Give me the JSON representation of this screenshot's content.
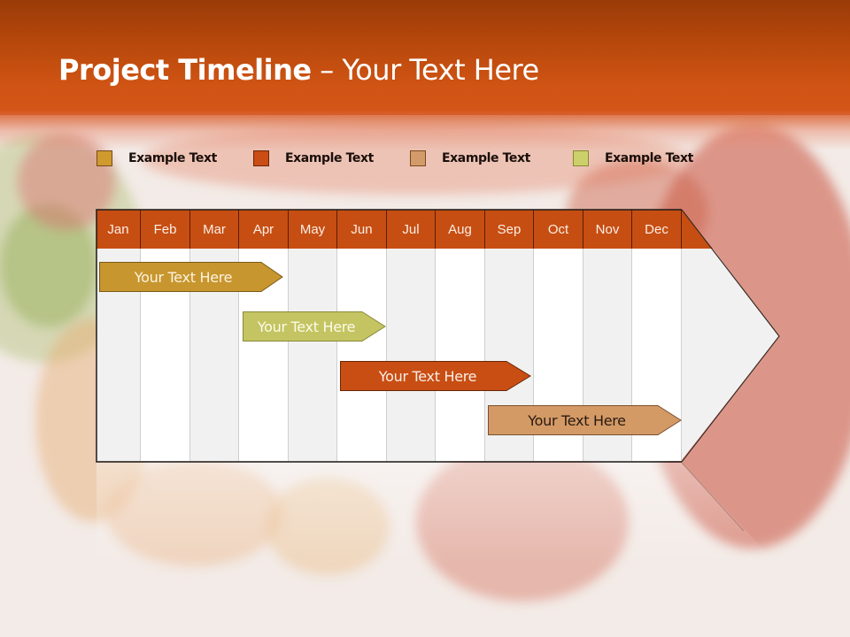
{
  "slide": {
    "title_bold": "Project Timeline",
    "title_separator": " – ",
    "title_light": "Your Text Here"
  },
  "legend": [
    {
      "label": "Example Text",
      "color": "#cf9a2e"
    },
    {
      "label": "Example Text",
      "color": "#c94d14"
    },
    {
      "label": "Example Text",
      "color": "#d39a6a"
    },
    {
      "label": "Example Text",
      "color": "#ccd06a"
    }
  ],
  "timeline": {
    "months": [
      "Jan",
      "Feb",
      "Mar",
      "Apr",
      "May",
      "Jun",
      "Jul",
      "Aug",
      "Sep",
      "Oct",
      "Nov",
      "Dec"
    ],
    "header_color": "#c74e12",
    "tasks": [
      {
        "label": "Your  Text Here",
        "start_month": "Jan",
        "end_month": "Apr",
        "color": "#c8962e",
        "text_color": "#fbf3e0"
      },
      {
        "label": "Your  Text Here",
        "start_month": "Apr",
        "end_month": "Jun",
        "color": "#c4c462",
        "text_color": "#fbfbe8"
      },
      {
        "label": "Your  Text Here",
        "start_month": "Jun",
        "end_month": "Sep",
        "color": "#c84e14",
        "text_color": "#fbeee6"
      },
      {
        "label": "Your  Text Here",
        "start_month": "Sep",
        "end_month": "Dec",
        "color": "#d39a66",
        "text_color": "#2a1a10"
      }
    ]
  }
}
